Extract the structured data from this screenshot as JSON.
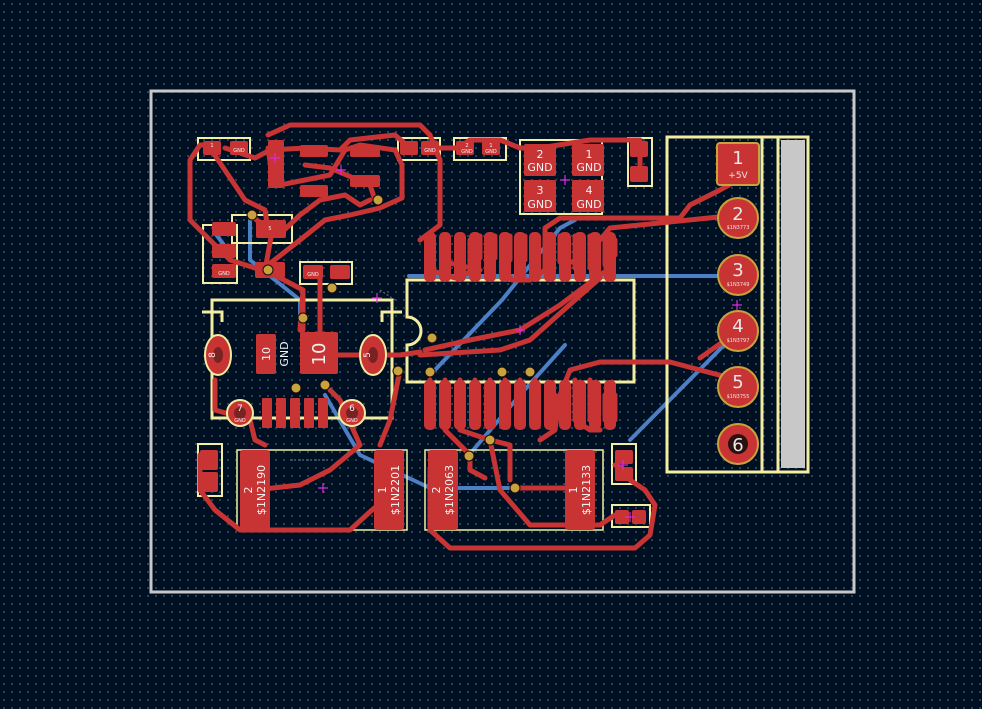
{
  "board": {
    "colors": {
      "background": "#001023",
      "edge_cuts": "#c8c8c8",
      "silkscreen": "#f2eda1",
      "copper_top": "#c83434",
      "copper_bottom": "#4d7fc4",
      "pad": "#c83434",
      "via": "#c8a23c",
      "crosshair": "#d92be0"
    },
    "pad_labels": {
      "gnd": "GND",
      "p1": "1",
      "p2": "2",
      "p3": "3",
      "p4": "4",
      "p5": "5",
      "p6": "6",
      "p7": "7",
      "p8": "8",
      "p10": "10"
    },
    "connector": {
      "pins": [
        {
          "number": "1",
          "net": "+5V"
        },
        {
          "number": "2",
          "net": "$1N3773"
        },
        {
          "number": "3",
          "net": "$1N3749"
        },
        {
          "number": "4",
          "net": "$1N3797"
        },
        {
          "number": "5",
          "net": "$1N3755"
        },
        {
          "number": "6",
          "net": ""
        }
      ]
    },
    "nets": {
      "n2190": "$1N2190",
      "n2201": "$1N2201",
      "n2063": "$1N2063",
      "n2133": "$1N2133"
    }
  }
}
